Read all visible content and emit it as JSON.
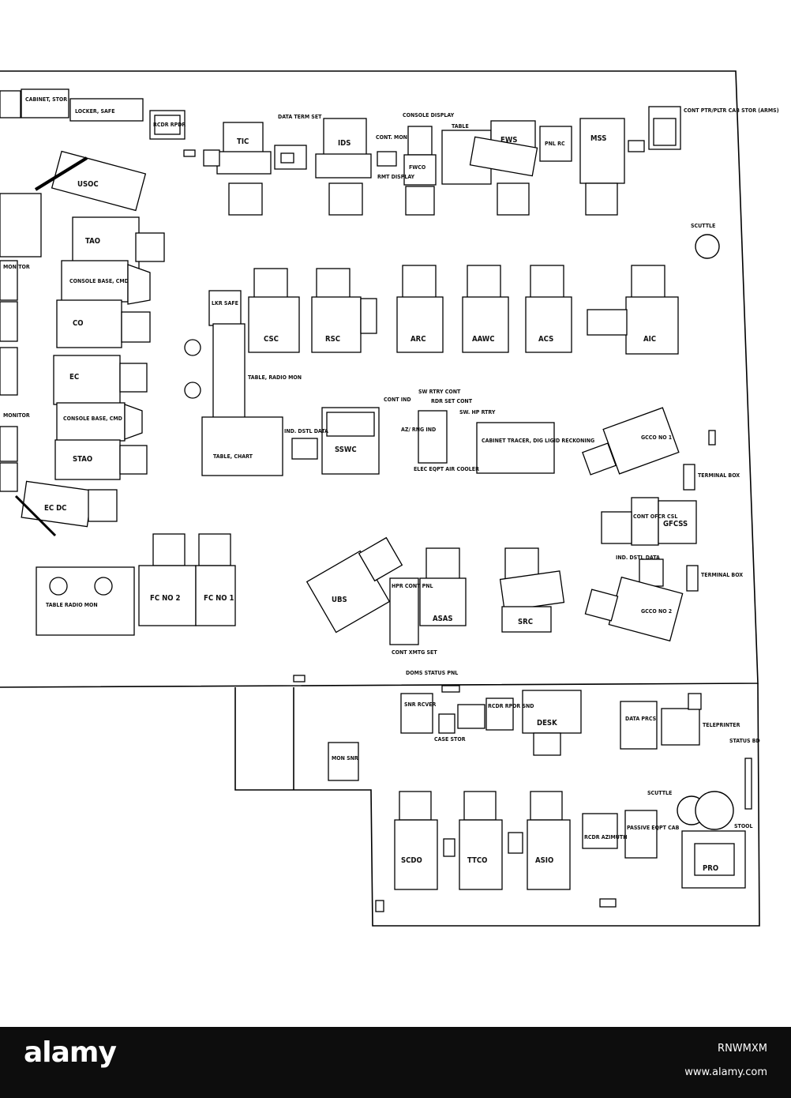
{
  "watermark": {
    "brand": "alamy",
    "image_id": "RNWMXM",
    "url": "www.alamy.com"
  },
  "labels": {
    "cab_stor_left": "CABINET, STOR",
    "locker_safe": "LOCKER, SAFE",
    "rcdr_rpdr_top": "RCDR RPDR",
    "tic": "TIC",
    "data_term_set": "DATA TERM SET",
    "ids": "IDS",
    "cont_mon": "CONT. MON",
    "console_display": "CONSOLE DISPLAY",
    "rmt_display": "RMT DISPLAY",
    "fwco": "FWCO",
    "table_top": "TABLE",
    "ews": "EWS",
    "pnl_rc": "PNL RC",
    "mss": "MSS",
    "cont_ptr_pltr": "CONT PTR/PLTR CAB STOR (ARMS)",
    "scuttle_top": "SCUTTLE",
    "usoc": "USOC",
    "tao": "TAO",
    "console_base_cmd_1": "CONSOLE BASE, CMD",
    "co": "CO",
    "ec": "EC",
    "console_base_cmd_2": "CONSOLE BASE, CMD",
    "stao": "STAO",
    "ec_dc": "EC DC",
    "monitor_left_1": "MONITOR",
    "monitor_left_2": "MONITOR",
    "lkr_safe": "LKR SAFE",
    "csc": "CSC",
    "rsc": "RSC",
    "arc": "ARC",
    "aawc": "AAWC",
    "acs": "ACS",
    "aic": "AIC",
    "table_radio_mon_1": "TABLE, RADIO MON",
    "table_chart": "TABLE, CHART",
    "ind_dstl_data_1": "IND. DSTL DATA",
    "sswc": "SSWC",
    "cont_ind": "CONT IND",
    "sw_rtry_cont": "SW RTRY CONT",
    "rdr_set_cont": "RDR SET CONT",
    "sw_hp_rtry": "SW. HP RTRY",
    "az_rng_ind": "AZ/ RNG IND",
    "elec_eqpt_air_cooler": "ELEC EQPT AIR COOLER",
    "cabinet_tracer": "CABINET TRACER, DIG LIGID RECKONING",
    "gcco_1": "GCCO NO 1",
    "terminal_box_1": "TERMINAL BOX",
    "cont_ofcr_csl": "CONT OFCR CSL",
    "gfcss": "GFCSS",
    "ind_dstl_data_2": "IND. DSTL DATA",
    "terminal_box_2": "TERMINAL BOX",
    "gcco_2": "GCCO NO 2",
    "table_radio_mon_2": "TABLE RADIO MON",
    "fc_no2": "FC NO 2",
    "fc_no1": "FC NO 1",
    "ubs": "UBS",
    "hpr_cont_pnl": "HPR CONT PNL",
    "asas": "ASAS",
    "src": "SRC",
    "cont_xmtg_set": "CONT XMTG SET",
    "doms_status_pnl": "DOMS STATUS PNL",
    "snr_rcvr": "SNR RCVER",
    "case_stor": "CASE STOR",
    "rcdr_rpdr_snd": "RCDR RPDR SND",
    "desk": "DESK",
    "data_prcs": "DATA PRCS",
    "teleprinter": "TELEPRINTER",
    "status_bd": "STATUS BD",
    "mon_snr": "MON SNR",
    "scuttle_bottom": "SCUTTLE",
    "stool": "STOOL",
    "scdo": "SCDO",
    "ttco": "TTCO",
    "asio": "ASIO",
    "rcdr_azimuth": "RCDR AZIMUTH",
    "passive_eqpt_cab": "PASSIVE EQPT CAB",
    "pro": "PRO"
  }
}
